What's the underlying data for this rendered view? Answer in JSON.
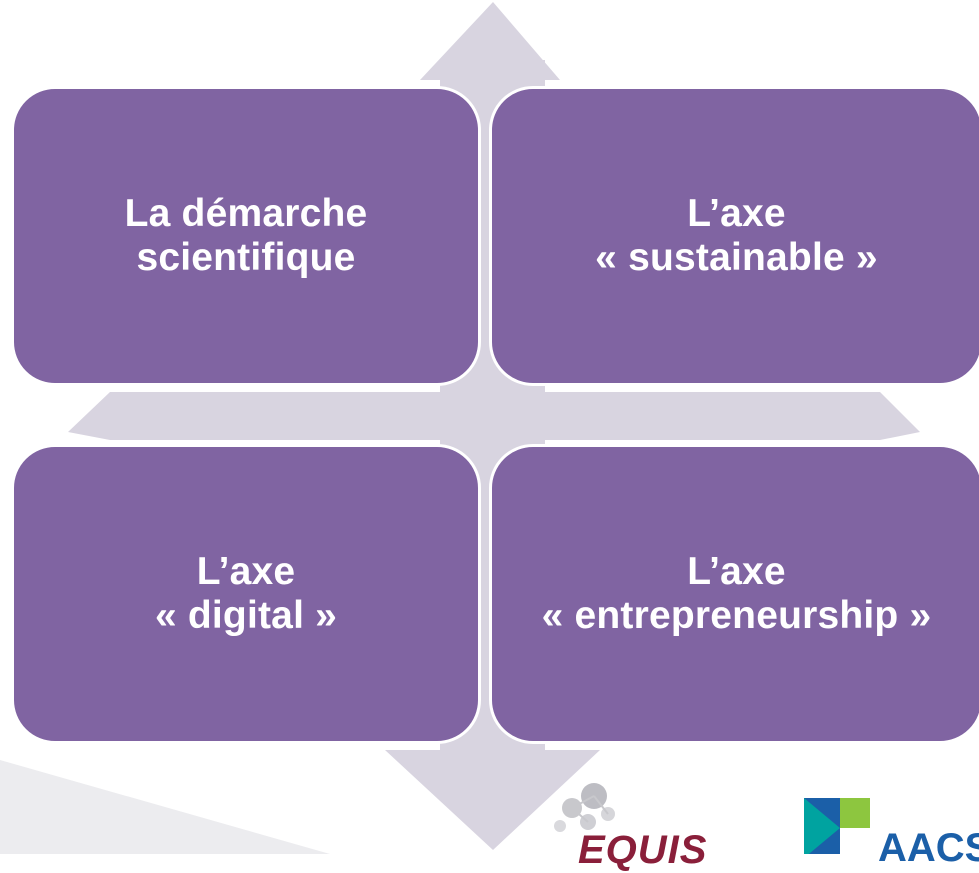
{
  "diagram": {
    "quadrants": [
      {
        "id": "q1",
        "label": "La démarche\nscientifique"
      },
      {
        "id": "q2",
        "label": "L’axe\n« sustainable »"
      },
      {
        "id": "q3",
        "label": "L’axe\n« digital »"
      },
      {
        "id": "q4",
        "label": "L’axe\n« entrepreneurship »"
      }
    ]
  },
  "colors": {
    "quadrant_fill": "#8064a2",
    "diamond_fill": "#d8d4e0",
    "background": "#ffffff"
  },
  "logos": {
    "equis": "EQUIS",
    "aacsb": "AACSB"
  }
}
